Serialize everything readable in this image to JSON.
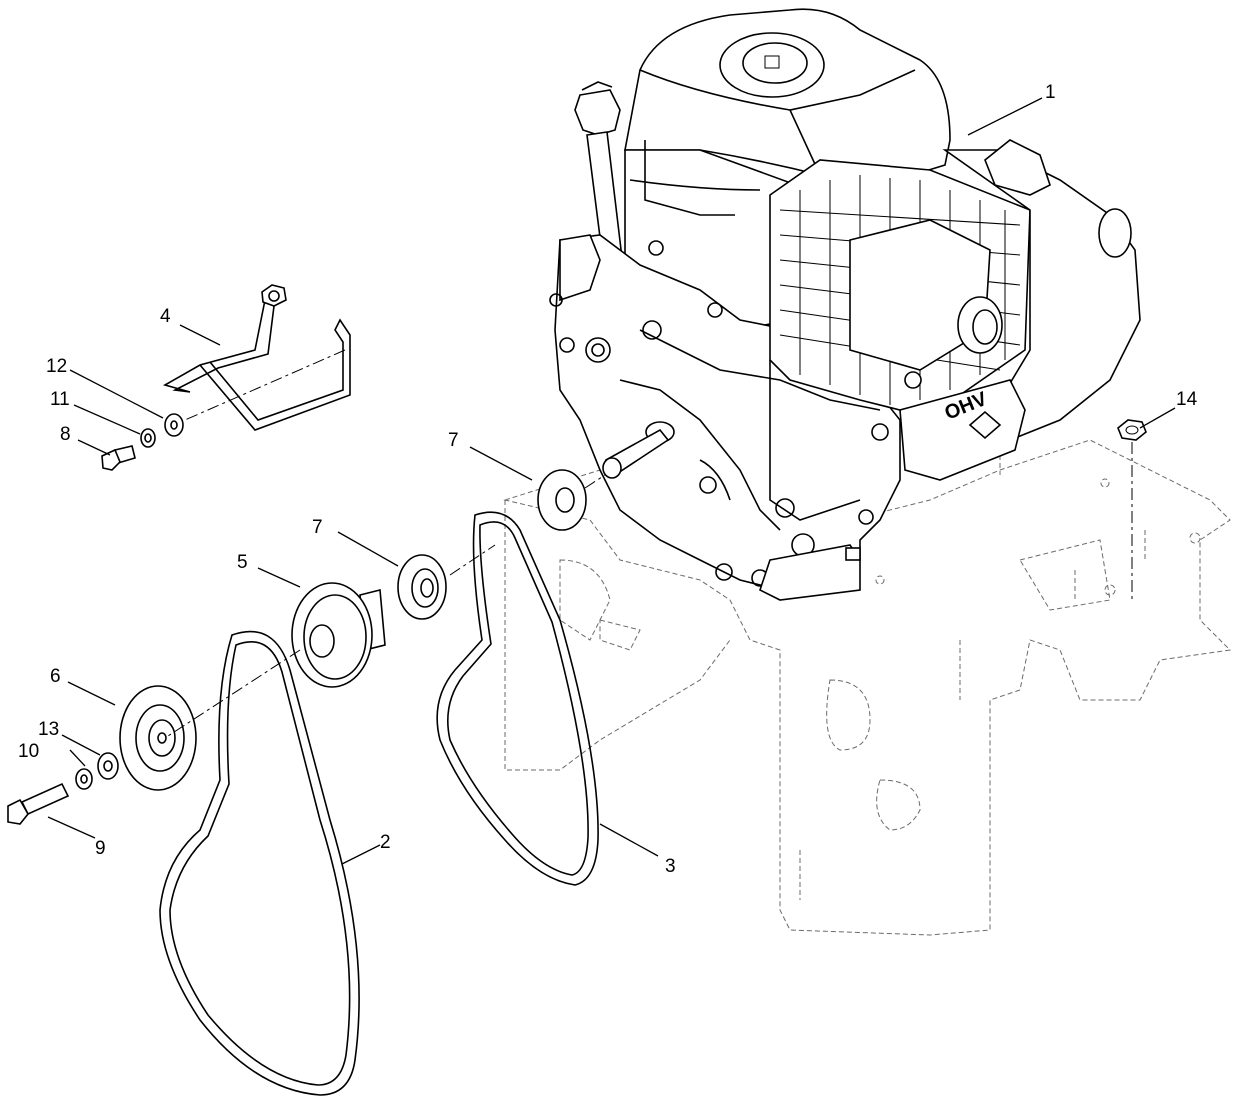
{
  "diagram": {
    "callouts": [
      {
        "id": "engine",
        "label": "1"
      },
      {
        "id": "belt-long",
        "label": "2"
      },
      {
        "id": "belt-short",
        "label": "3"
      },
      {
        "id": "belt-guide",
        "label": "4"
      },
      {
        "id": "pulley-large",
        "label": "5"
      },
      {
        "id": "pulley-small",
        "label": "6"
      },
      {
        "id": "spacer-upper",
        "label": "7"
      },
      {
        "id": "spacer-lower",
        "label": "7"
      },
      {
        "id": "bolt-guide",
        "label": "8"
      },
      {
        "id": "bolt-pulley",
        "label": "9"
      },
      {
        "id": "lockwasher-pulley",
        "label": "10"
      },
      {
        "id": "lockwasher-guide",
        "label": "11"
      },
      {
        "id": "flatwasher-guide",
        "label": "12"
      },
      {
        "id": "flatwasher-pulley",
        "label": "13"
      },
      {
        "id": "flange-nut",
        "label": "14"
      }
    ],
    "engine_badge": "OHV"
  }
}
